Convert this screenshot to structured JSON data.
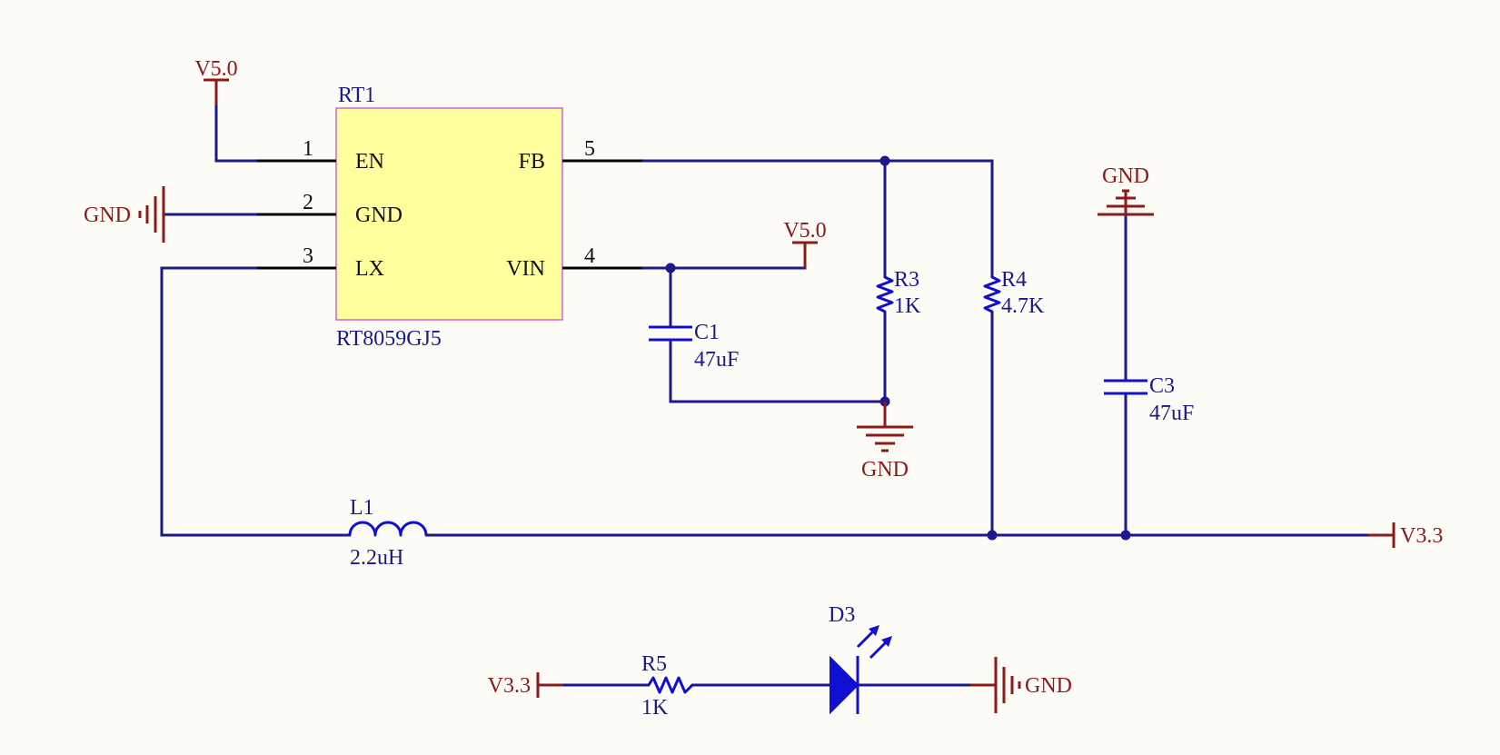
{
  "ic": {
    "designator": "RT1",
    "part": "RT8059GJ5",
    "pins": [
      {
        "num": "1",
        "name": "EN"
      },
      {
        "num": "2",
        "name": "GND"
      },
      {
        "num": "3",
        "name": "LX"
      },
      {
        "num": "4",
        "name": "VIN"
      },
      {
        "num": "5",
        "name": "FB"
      }
    ]
  },
  "components": {
    "r3": {
      "ref": "R3",
      "value": "1K"
    },
    "r4": {
      "ref": "R4",
      "value": "4.7K"
    },
    "r5": {
      "ref": "R5",
      "value": "1K"
    },
    "c1": {
      "ref": "C1",
      "value": "47uF"
    },
    "c3": {
      "ref": "C3",
      "value": "47uF"
    },
    "l1": {
      "ref": "L1",
      "value": "2.2uH"
    },
    "d3": {
      "ref": "D3"
    }
  },
  "nets": {
    "v50": "V5.0",
    "v33": "V3.3",
    "gnd": "GND"
  },
  "colors": {
    "wire": "#1a1a8c",
    "component": "#1010d0",
    "power_port": "#8b1a1a",
    "ic_fill": "#ffff9e",
    "ic_border": "#d860d8",
    "background": "#fdfbf5"
  }
}
